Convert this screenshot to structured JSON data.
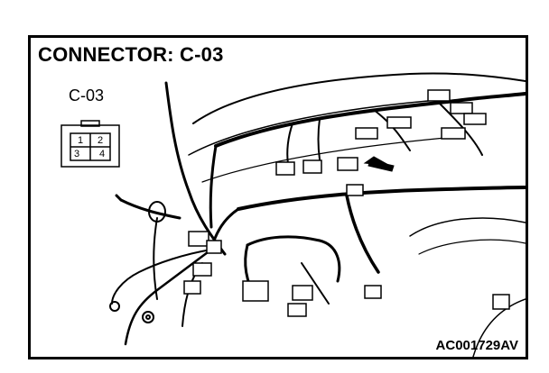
{
  "title": "CONNECTOR: C-03",
  "connector": {
    "label": "C-03",
    "pins": [
      "1",
      "2",
      "3",
      "4"
    ]
  },
  "code": "AC001729AV"
}
